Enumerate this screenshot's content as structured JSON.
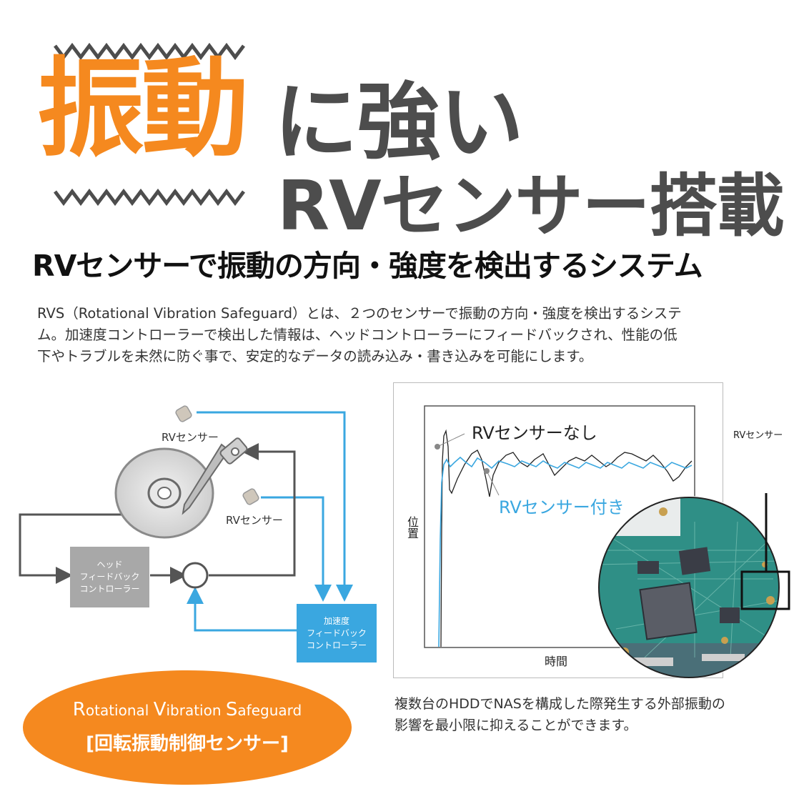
{
  "headline": {
    "orange_text": "振動",
    "gray_text": "に強い",
    "second_line": "RVセンサー搭載"
  },
  "subtitle": "RVセンサーで振動の方向・強度を検出するシステム",
  "description": [
    "RVS（Rotational Vibration Safeguard）とは、２つのセンサーで振動の方向・強度を検出するシステ",
    "ム。加速度コントローラーで検出した情報は、ヘッドコントローラーにフィードバックされ、性能の低",
    "下やトラブルを未然に防ぐ事で、安定的なデータの読み込み・書き込みを可能にします。"
  ],
  "diagram": {
    "sensor_label_top": "RVセンサー",
    "sensor_label_mid": "RVセンサー",
    "head_controller": [
      "ヘッド",
      "フィードバック",
      "コントローラー"
    ],
    "accel_controller": [
      "加速度",
      "フィードバック",
      "コントローラー"
    ]
  },
  "rvs_badge": {
    "line1_parts": [
      "R",
      "otational ",
      "V",
      "ibration ",
      "S",
      "afeguard"
    ],
    "line2": "[回転振動制御センサー]"
  },
  "graph": {
    "label_without": "RVセンサーなし",
    "label_with": "RVセンサー付き",
    "ylabel": "位置",
    "xlabel": "時間",
    "pcb_sensor_label": "RVセンサー"
  },
  "caption": [
    "複数台のHDDでNASを構成した際発生する外部振動の",
    "影響を最小限に抑えることができます。"
  ],
  "colors": {
    "orange": "#f5891f",
    "dark_gray": "#4d4d4d",
    "blue": "#3aa7e0",
    "controller_gray": "#a8a8a8"
  }
}
